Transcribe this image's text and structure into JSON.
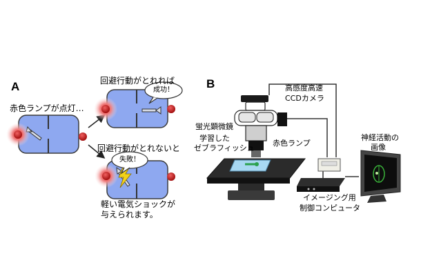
{
  "panel_a": {
    "label": "A",
    "red_lamp_on": "赤色ランプが点灯…",
    "if_avoid": "回避行動がとれれば",
    "success": "成功！",
    "if_fail": "回避行動がとれないと",
    "failure": "失敗！",
    "shock_line1": "軽い電気ショックが",
    "shock_line2": "与えられます。"
  },
  "panel_b": {
    "label": "B",
    "camera_line1": "高感度高速",
    "camera_line2": "CCDカメラ",
    "microscope": "蛍光顕微鏡",
    "fish_line1": "学習した",
    "fish_line2": "ゼブラフィッシュ",
    "red_lamp": "赤色ランプ",
    "neural_line1": "神経活動の",
    "neural_line2": "画像",
    "computer_line1": "イメージング用",
    "computer_line2": "制御コンピュータ"
  },
  "colors": {
    "tank_fill": "#8ea8f0",
    "lamp_red": "#c81e1e",
    "lamp_glow": "#f4a0a0",
    "lightning": "#f2d21a"
  }
}
